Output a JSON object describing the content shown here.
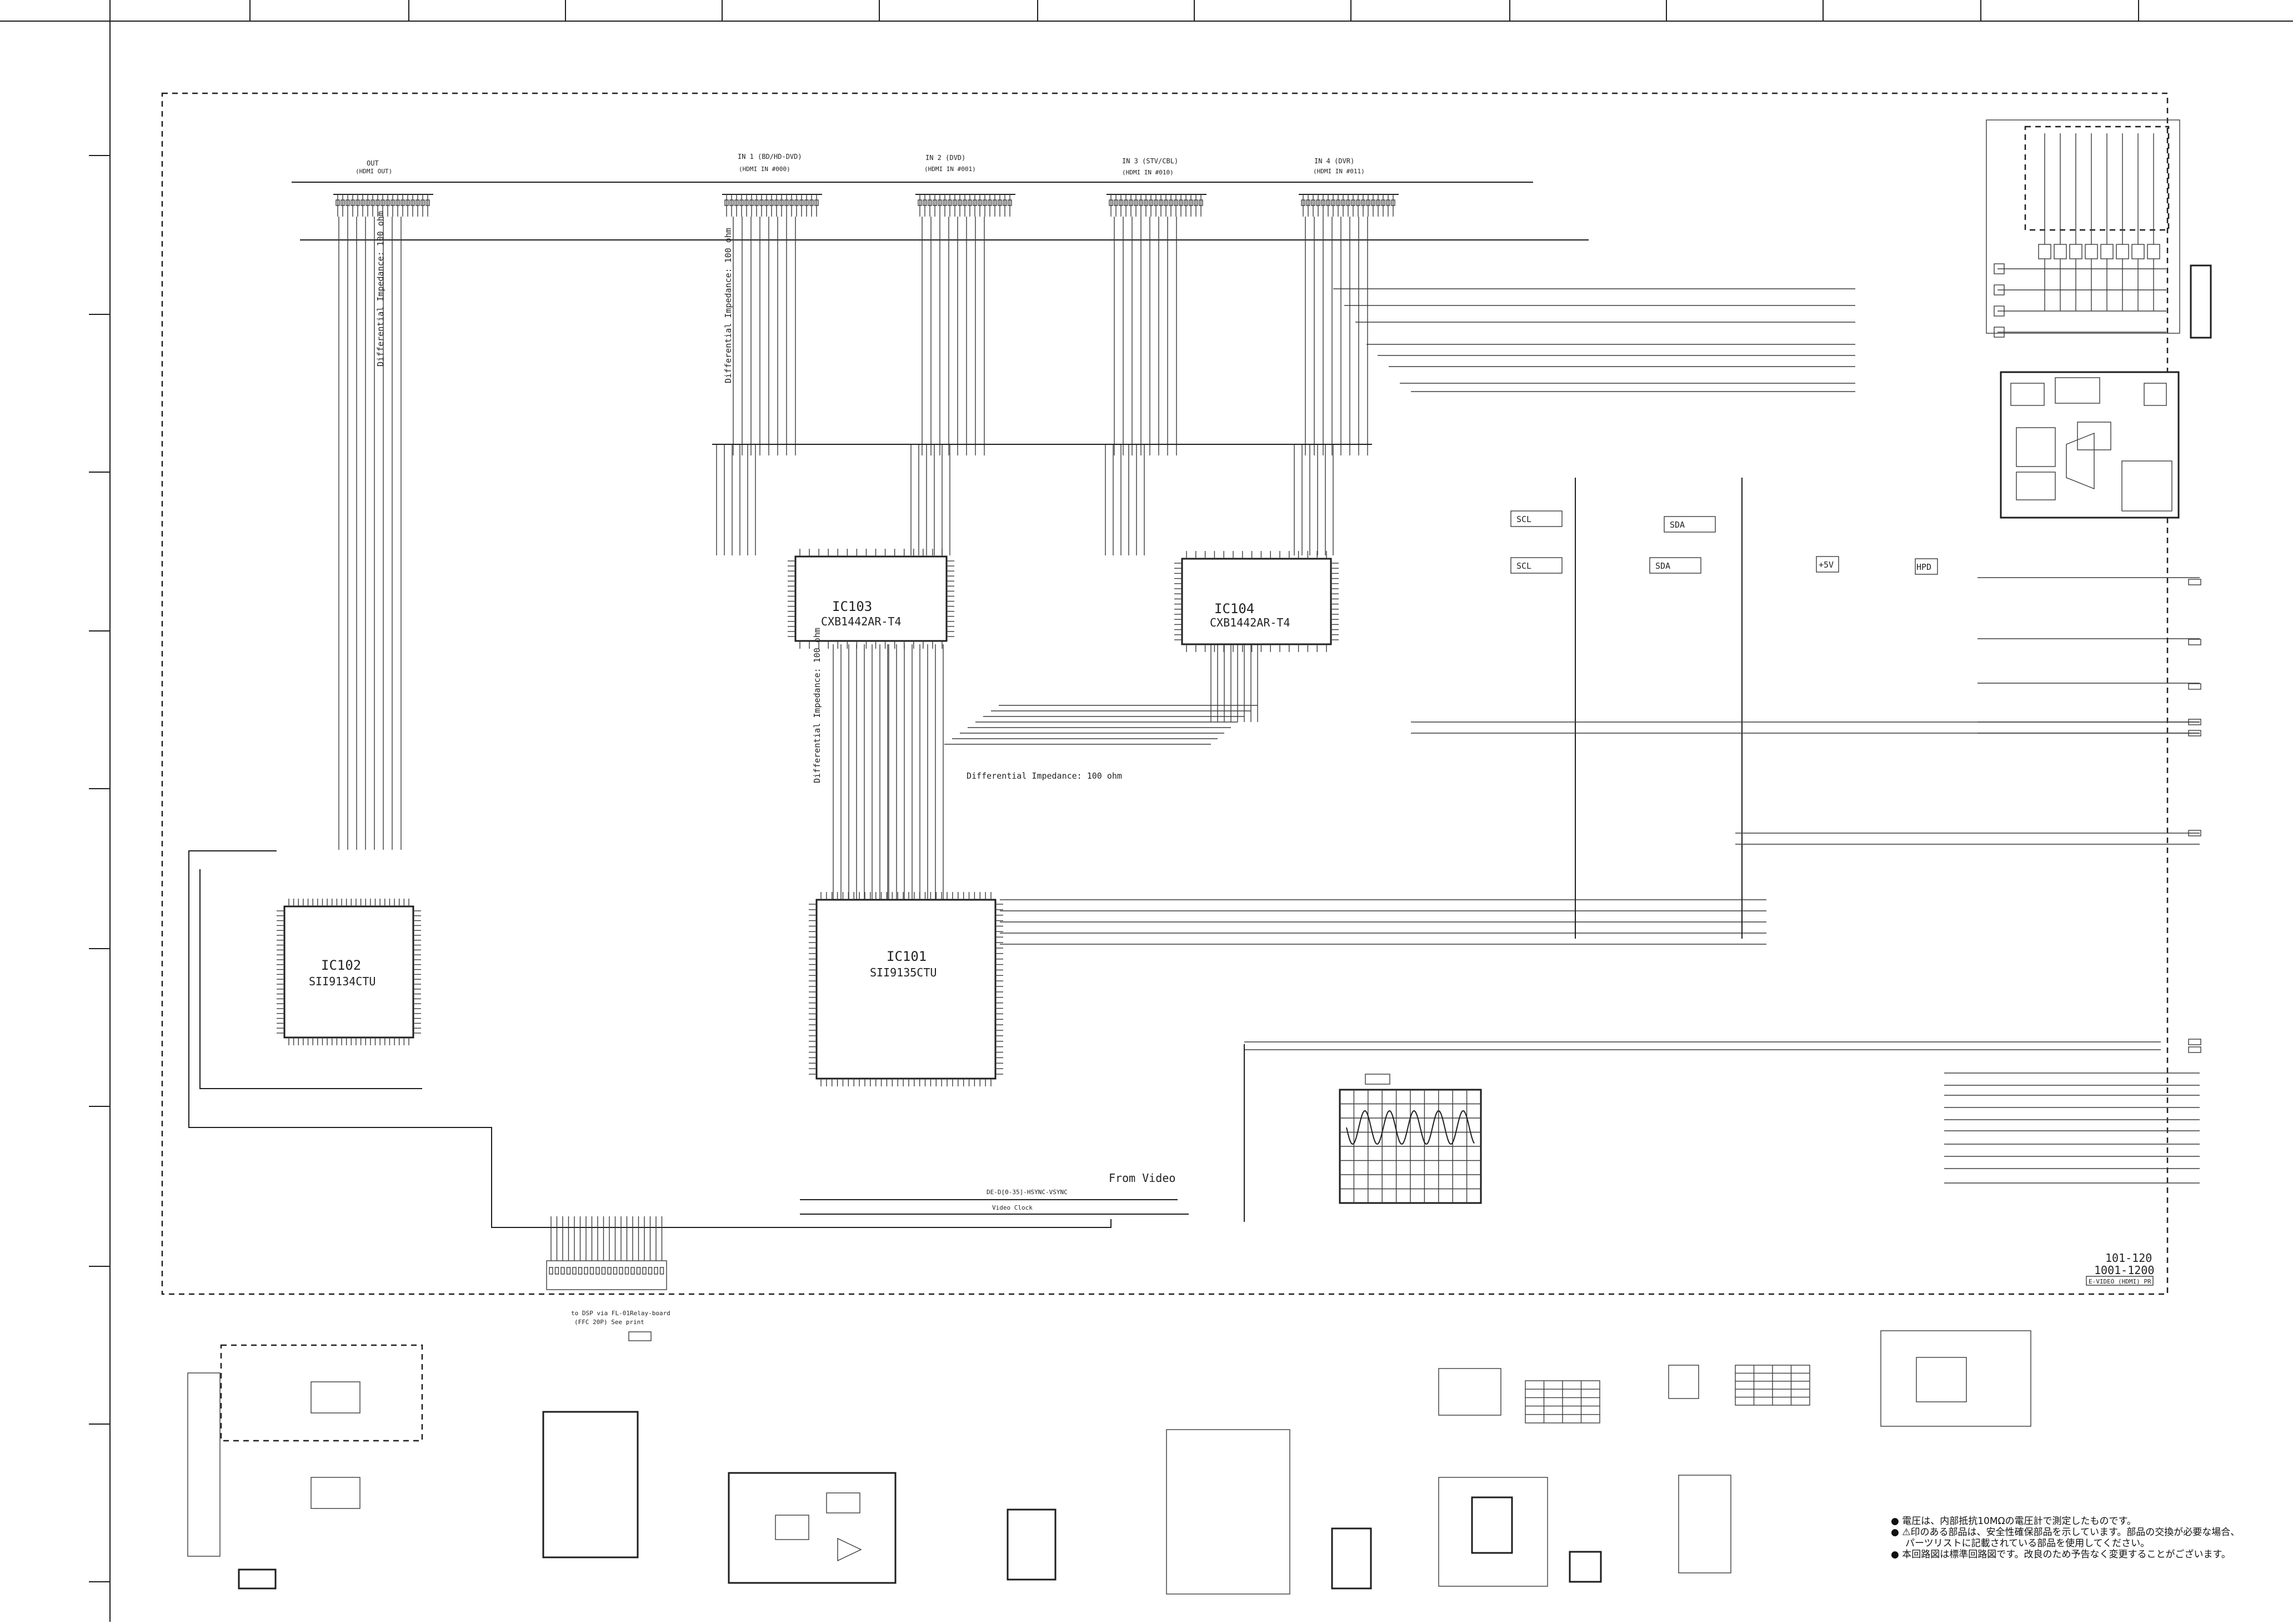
{
  "ics": {
    "ic101": {
      "label": "IC101",
      "part": "SII9135CTU"
    },
    "ic102": {
      "label": "IC102",
      "part": "SII9134CTU"
    },
    "ic103": {
      "label": "IC103",
      "part": "CXB1442AR-T4"
    },
    "ic104": {
      "label": "IC104",
      "part": "CXB1442AR-T4"
    }
  },
  "connectors": [
    {
      "title": "OUT",
      "sub": "(HDMI OUT)"
    },
    {
      "title": "IN 1 (BD/HD-DVD)",
      "sub": "(HDMI IN #000)"
    },
    {
      "title": "IN 2 (DVD)",
      "sub": "(HDMI IN #001)"
    },
    {
      "title": "IN 3 (STV/CBL)",
      "sub": "(HDMI IN #010)"
    },
    {
      "title": "IN 4 (DVR)",
      "sub": "(HDMI IN #011)"
    }
  ],
  "signal_tags": [
    "SCL",
    "SDA",
    "SCL",
    "SDA",
    "+5V",
    "HPD"
  ],
  "annotations": {
    "impedance": "Differential Impedance: 100 ohm",
    "from_video": "From Video",
    "de_sync": "DE-D[0-35]-HSYNC-VSYNC",
    "video_clock": "Video Clock",
    "to_dsp": "to DSP via FL-01Relay-board",
    "to_dsp_sub": "(FFC 20P) See print",
    "pages": "101-120",
    "pages2": "1001-1200",
    "ref": "E-VIDEO (HDMI) PR"
  },
  "notes": [
    "● 電圧は、内部抵抗10MΩの電圧計で測定したものです。",
    "● ⚠印のある部品は、安全性確保部品を示しています。部品の交換が必要な場合、",
    "パーツリストに記載されている部品を使用してください。",
    "● 本回路図は標準回路図です。改良のため予告なく変更することがございます。"
  ]
}
